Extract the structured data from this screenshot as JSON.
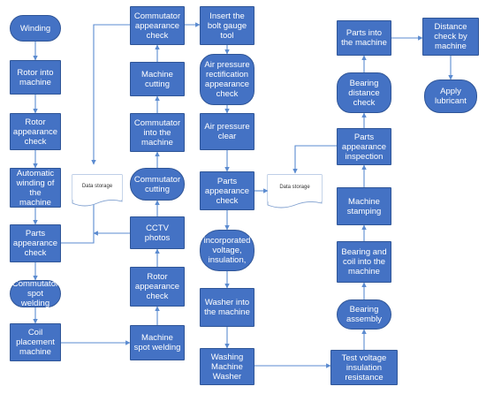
{
  "nodes": {
    "winding": "Winding",
    "rotor_into_machine": "Rotor into machine",
    "rotor_appearance_check_1": "Rotor appearance check",
    "automatic_winding": "Automatic winding of the machine",
    "parts_appearance_check_1": "Parts appearance check",
    "commutator_spot_welding": "Commutator spot welding",
    "coil_placement_machine": "Coil placement machine",
    "data_storage_1": "Data storage",
    "commutator_appearance_check": "Commutator appearance check",
    "machine_cutting": "Machine cutting",
    "commutator_into_machine": "Commutator into the machine",
    "commutator_cutting": "Commutator cutting",
    "cctv_photos": "CCTV photos",
    "rotor_appearance_check_2": "Rotor appearance check",
    "machine_spot_welding": "Machine spot welding",
    "insert_bolt_gauge_tool": "Insert the bolt gauge tool",
    "air_pressure_rectification": "Air pressure rectification appearance check",
    "air_pressure_clear": "Air pressure clear",
    "parts_appearance_check_2": "Parts appearance check",
    "incorporated_voltage": "incorporated voltage, insulation,",
    "washer_into_machine": "Washer into the machine",
    "washing_machine_washer": "Washing Machine Washer",
    "data_storage_2": "Data storage",
    "parts_into_machine": "Parts into the machine",
    "bearing_distance_check": "Bearing distance check",
    "parts_appearance_inspection": "Parts appearance inspection",
    "machine_stamping": "Machine stamping",
    "bearing_coil_into_machine": "Bearing and coil into the machine",
    "bearing_assembly": "Bearing assembly",
    "test_voltage_insulation": "Test voltage insulation resistance",
    "distance_check_by_machine": "Distance check by machine",
    "apply_lubricant": "Apply lubricant"
  },
  "colors": {
    "node_fill": "#4472c4",
    "node_border": "#2f5597",
    "arrow": "#5b8bd0",
    "store_border": "#7f9fcf"
  }
}
